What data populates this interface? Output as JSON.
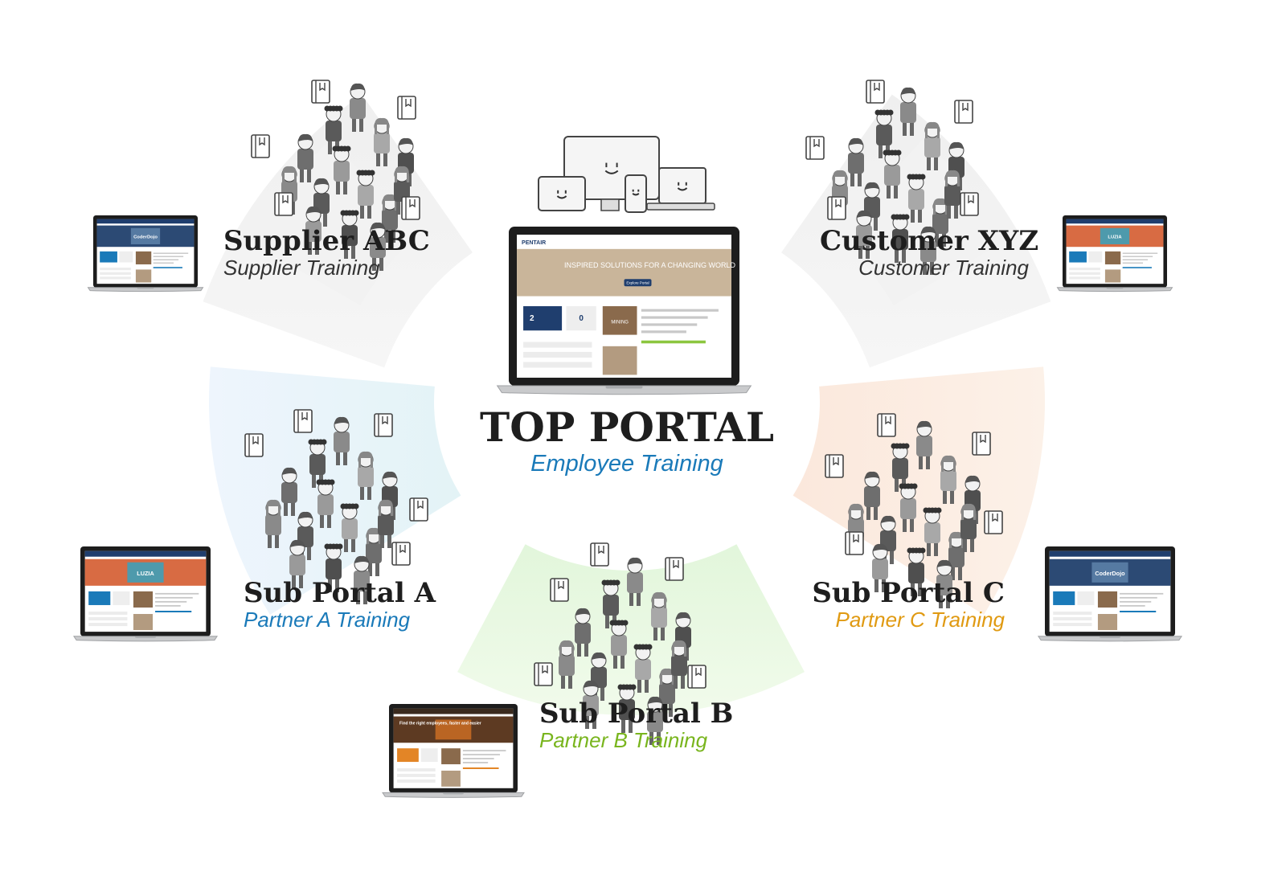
{
  "center": {
    "title": "TOP PORTAL",
    "subtitle": "Employee Training",
    "brand": "PENTAIR",
    "hero_text": "INSPIRED SOLUTIONS FOR A CHANGING WORLD",
    "hero_button": "Explore Portal",
    "card_image_text": "MINING",
    "stat_value": "2",
    "stat_value_2": "0"
  },
  "portals": [
    {
      "title": "Supplier ABC",
      "subtitle": "Supplier Training",
      "hero_text": "CoderDojo"
    },
    {
      "title": "Customer XYZ",
      "subtitle": "Customer Training",
      "hero_text": "LUZIA"
    },
    {
      "title": "Sub Portal A",
      "subtitle": "Partner A Training",
      "hero_text": "LUZIA"
    },
    {
      "title": "Sub Portal B",
      "subtitle": "Partner B Training",
      "hero_text": "Find the right employees, faster and easier"
    },
    {
      "title": "Sub Portal C",
      "subtitle": "Partner C Training",
      "hero_text": "CoderDojo"
    }
  ],
  "colors": {
    "title": "#1e1e1e",
    "subtitle_gray": "#333333",
    "blue": "#1a7ab9",
    "green": "#79b51e",
    "orange": "#e09a12",
    "fan_gray": "#e9e9e9",
    "fan_blue": "#e7f2fb",
    "fan_green": "#e7f7dd",
    "fan_orange": "#fbeadf"
  }
}
